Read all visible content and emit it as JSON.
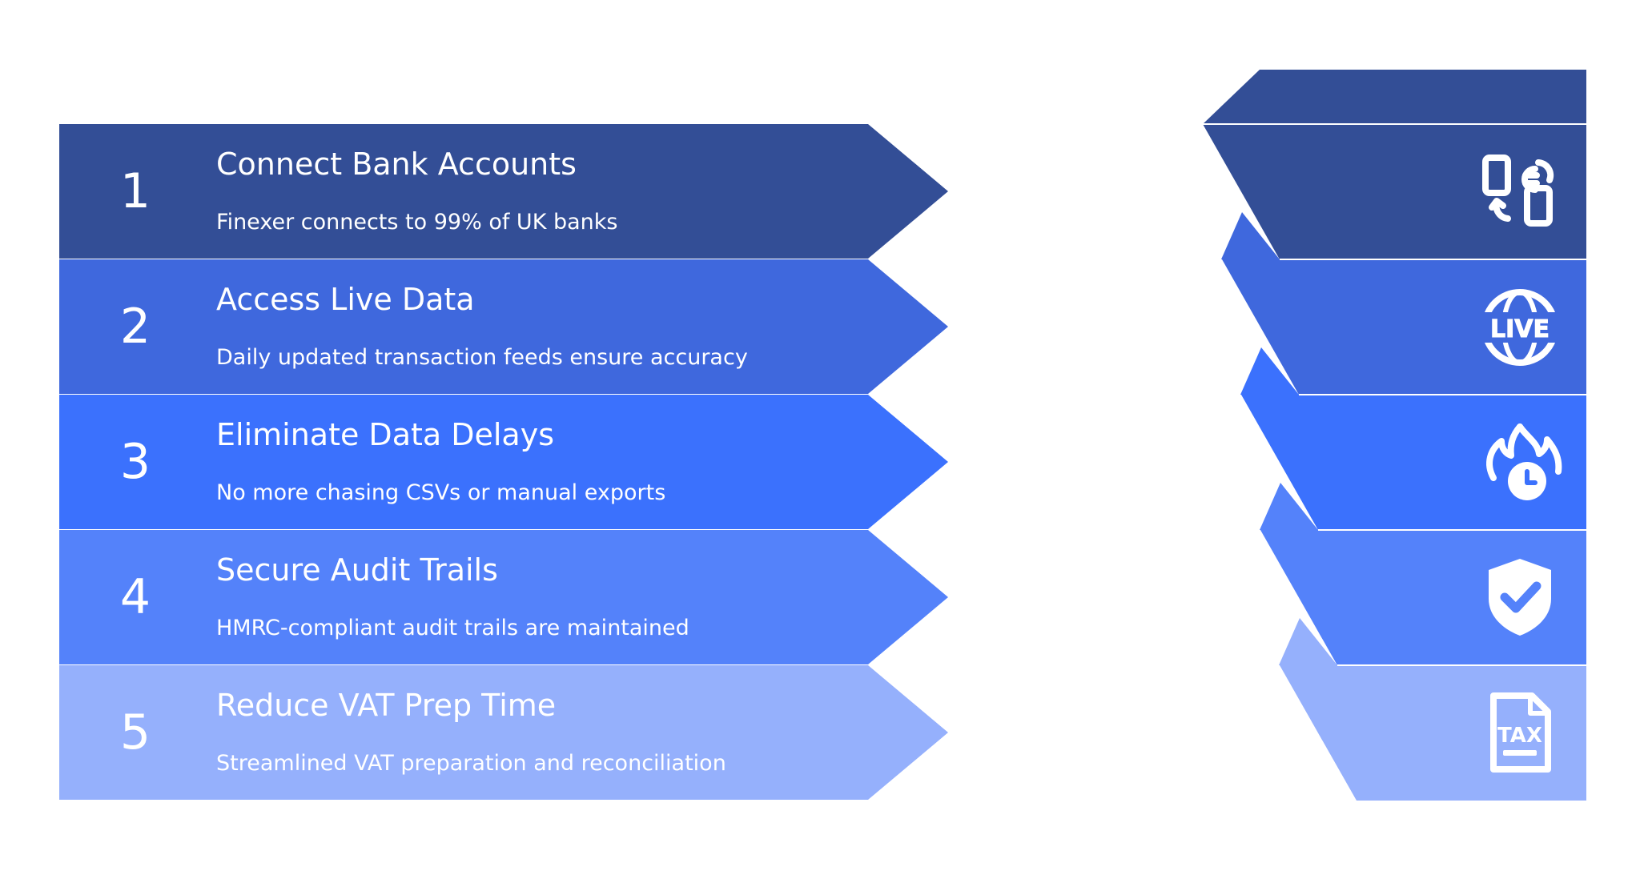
{
  "colors": {
    "step1": "#334e96",
    "step2": "#3f68dd",
    "step3": "#3b71fd",
    "step4": "#5482fa",
    "step5": "#95b0fc",
    "top_cap": "#334e96",
    "icon": "#ffffff"
  },
  "steps": [
    {
      "number": "1",
      "title": "Connect Bank Accounts",
      "description": "Finexer connects to 99% of UK banks",
      "icon": "phone-euro-transfer-icon"
    },
    {
      "number": "2",
      "title": "Access Live Data",
      "description": "Daily updated transaction feeds ensure accuracy",
      "icon": "live-globe-icon"
    },
    {
      "number": "3",
      "title": "Eliminate Data Delays",
      "description": "No more chasing CSVs or manual exports",
      "icon": "fire-clock-icon"
    },
    {
      "number": "4",
      "title": "Secure Audit Trails",
      "description": "HMRC-compliant audit trails are maintained",
      "icon": "shield-check-icon"
    },
    {
      "number": "5",
      "title": "Reduce VAT Prep Time",
      "description": "Streamlined VAT preparation and reconciliation",
      "icon": "tax-document-icon",
      "icon_text": "TAX"
    }
  ]
}
